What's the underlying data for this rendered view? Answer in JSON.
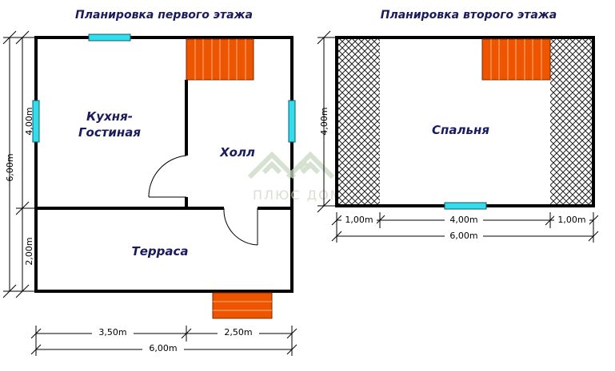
{
  "titles": {
    "first_floor": "Планировка первого этажа",
    "second_floor": "Планировка второго этажа"
  },
  "rooms": {
    "kitchen_line1": "Кухня-",
    "kitchen_line2": "Гостиная",
    "hall": "Холл",
    "terrace": "Терраса",
    "bedroom": "Спальня"
  },
  "dimensions": {
    "first_floor": {
      "left_total": "6,00m",
      "left_upper": "4,00m",
      "left_lower": "2,00m",
      "bottom_left": "3,50m",
      "bottom_right": "2,50m",
      "bottom_total": "6,00m"
    },
    "second_floor": {
      "left_height": "4,00m",
      "bottom_left": "1,00m",
      "bottom_middle": "4,00m",
      "bottom_right": "1,00m",
      "bottom_total": "6,00m"
    }
  },
  "watermark": {
    "text": "ПЛЮС ДОМ"
  },
  "colors": {
    "wall": "#000000",
    "window": "#33ddee",
    "stairs": "#ee5500",
    "title_text": "#1a1a5e",
    "watermark": "#c9d7c2"
  }
}
